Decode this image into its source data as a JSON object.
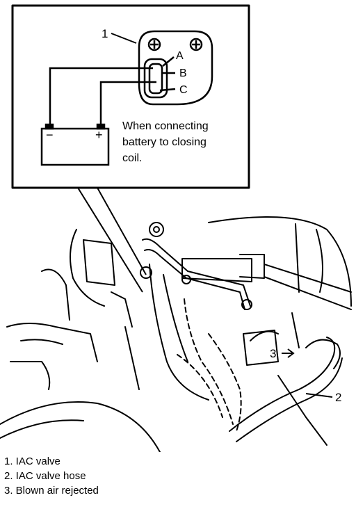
{
  "inset": {
    "callout_number": "1",
    "terminals": [
      "A",
      "B",
      "C"
    ],
    "battery_negative": "−",
    "battery_positive": "+",
    "note_lines": [
      "When connecting",
      "battery to closing",
      "coil."
    ]
  },
  "engine": {
    "callout_2": "2",
    "callout_3": "3"
  },
  "legend": {
    "items": [
      "1. IAC valve",
      "2. IAC valve hose",
      "3. Blown air rejected"
    ]
  }
}
